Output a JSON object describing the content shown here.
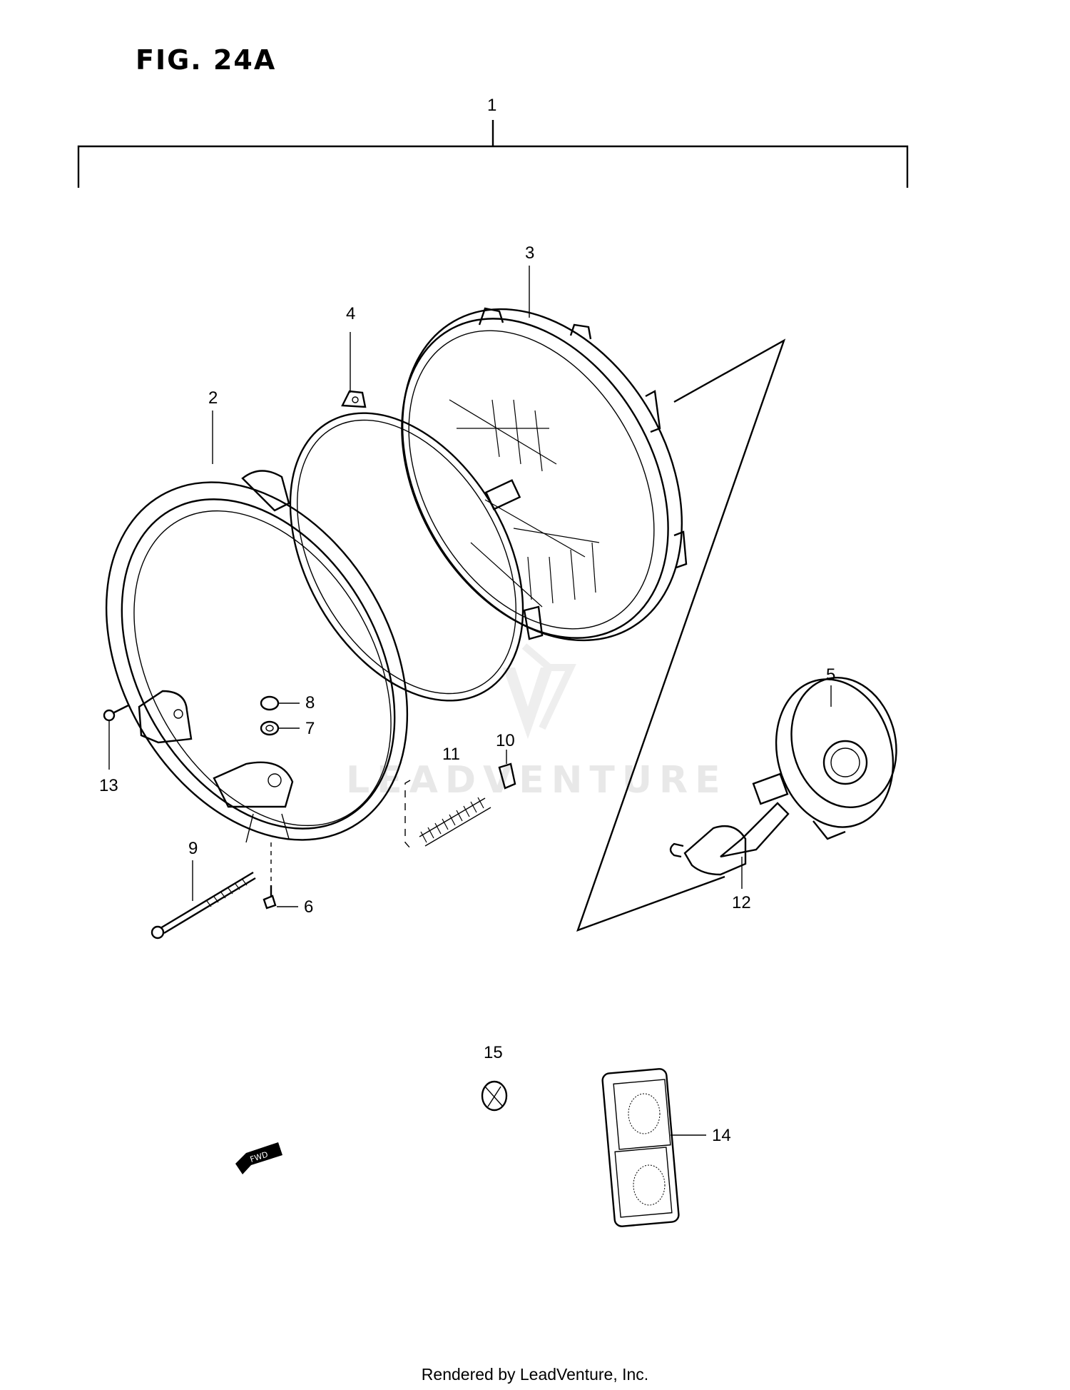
{
  "figure": {
    "title": "FIG. 24A"
  },
  "watermark": {
    "text": "LEADVENTURE"
  },
  "fwd_label": "FWD",
  "callouts": [
    {
      "id": "c1",
      "label": "1"
    },
    {
      "id": "c2",
      "label": "2"
    },
    {
      "id": "c3",
      "label": "3"
    },
    {
      "id": "c4",
      "label": "4"
    },
    {
      "id": "c5",
      "label": "5"
    },
    {
      "id": "c6",
      "label": "6"
    },
    {
      "id": "c7",
      "label": "7"
    },
    {
      "id": "c8",
      "label": "8"
    },
    {
      "id": "c9",
      "label": "9"
    },
    {
      "id": "c10",
      "label": "10"
    },
    {
      "id": "c11",
      "label": "11"
    },
    {
      "id": "c12",
      "label": "12"
    },
    {
      "id": "c13",
      "label": "13"
    },
    {
      "id": "c14",
      "label": "14"
    },
    {
      "id": "c15",
      "label": "15"
    }
  ],
  "footer": {
    "text": "Rendered by LeadVenture, Inc."
  }
}
